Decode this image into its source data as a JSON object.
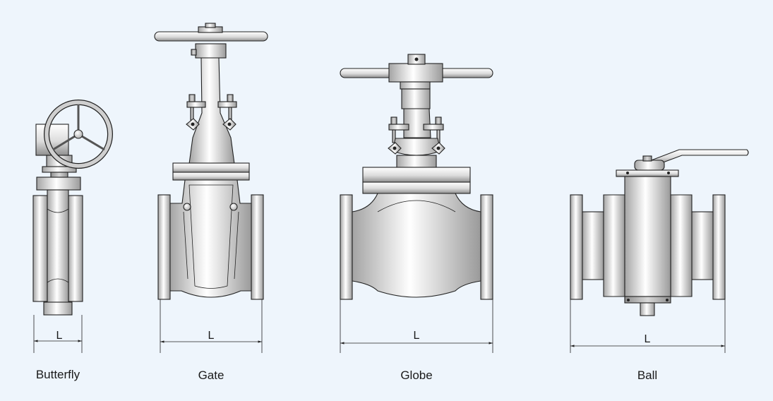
{
  "colors": {
    "background": "#eef5fc",
    "outline": "#222222",
    "metal_light": "#ffffff",
    "metal_dark": "#9a9a9a"
  },
  "valves": [
    {
      "name": "Butterfly",
      "dimension_label": "L"
    },
    {
      "name": "Gate",
      "dimension_label": "L"
    },
    {
      "name": "Globe",
      "dimension_label": "L"
    },
    {
      "name": "Ball",
      "dimension_label": "L"
    }
  ]
}
